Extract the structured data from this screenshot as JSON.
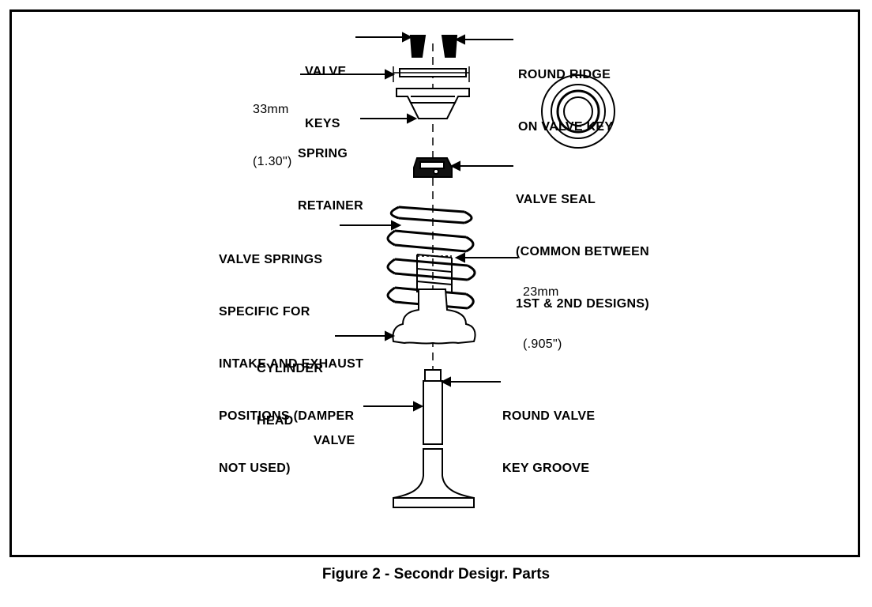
{
  "labels": {
    "valve_keys": [
      "VALVE",
      "KEYS"
    ],
    "round_ridge": [
      "ROUND RIDGE",
      "ON VALVE KEY"
    ],
    "retainer_dim": [
      "33mm",
      "(1.30\")"
    ],
    "spring_retainer": [
      "SPRING",
      "RETAINER"
    ],
    "valve_seal": [
      "VALVE SEAL",
      "(COMMON BETWEEN",
      "1ST & 2ND DESIGNS)"
    ],
    "valve_springs": [
      "VALVE SPRINGS",
      "SPECIFIC FOR",
      "INTAKE AND EXHAUST",
      "POSITIONS (DAMPER",
      "NOT USED)"
    ],
    "spring_dim": [
      "23mm",
      "(.905\")"
    ],
    "cylinder_head": [
      "CYLINDER",
      "HEAD"
    ],
    "valve": [
      "VALVE"
    ],
    "key_groove": [
      "ROUND VALVE",
      "KEY GROOVE"
    ]
  },
  "caption": "Figure 2 - Secondr Desigr. Parts"
}
